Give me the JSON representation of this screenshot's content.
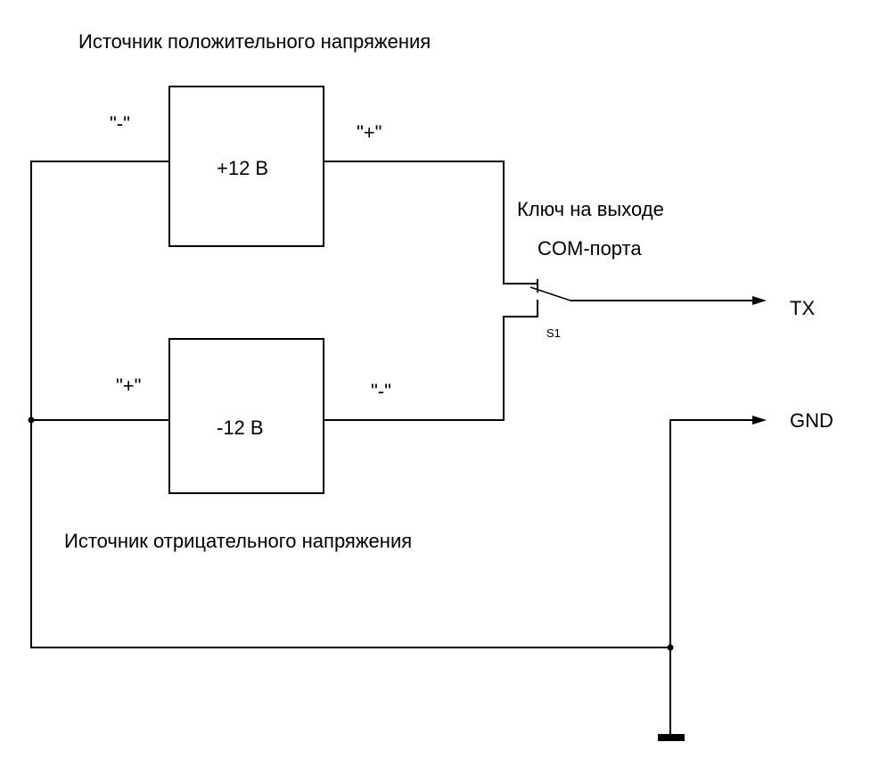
{
  "labels": {
    "positive_source": "Источник положительного напряжения",
    "negative_source": "Источник отрицательного напряжения",
    "switch_title_line1": "Ключ на выходе",
    "switch_title_line2": "COM-порта",
    "switch_ref": "S1",
    "tx": "TX",
    "gnd": "GND",
    "top_box": "+12 В",
    "bottom_box": "-12 В",
    "top_left_pol": "\"-\"",
    "top_right_pol": "\"+\"",
    "bottom_left_pol": "\"+\"",
    "bottom_right_pol": "\"-\""
  }
}
